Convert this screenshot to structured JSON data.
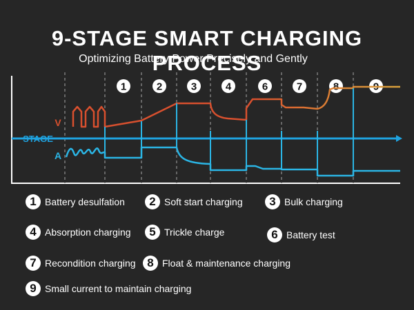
{
  "title": "9-STAGE SMART CHARGING PROCESS",
  "subtitle": "Optimizing Battery Power Precisely and Gently",
  "diagram": {
    "stage_numbers": [
      "1",
      "2",
      "3",
      "4",
      "6",
      "7",
      "8",
      "9"
    ],
    "labels": {
      "voltage": "V",
      "stage": "STAGE",
      "current": "A"
    },
    "colors": {
      "voltage": "#d9502e",
      "voltage_late": "#d9a23c",
      "current": "#2bb6e6",
      "stage_line": "#1fa3e0",
      "divider": "#8a8a8a",
      "axis": "#ffffff"
    }
  },
  "legend": [
    {
      "num": "1",
      "label": "Battery desulfation"
    },
    {
      "num": "2",
      "label": "Soft start charging"
    },
    {
      "num": "3",
      "label": "Bulk charging"
    },
    {
      "num": "4",
      "label": "Absorption charging"
    },
    {
      "num": "5",
      "label": "Trickle charge"
    },
    {
      "num": "6",
      "label": "Battery test"
    },
    {
      "num": "7",
      "label": "Recondition charging"
    },
    {
      "num": "8",
      "label": "Float & maintenance charging"
    },
    {
      "num": "9",
      "label": "Small current to maintain charging"
    }
  ]
}
